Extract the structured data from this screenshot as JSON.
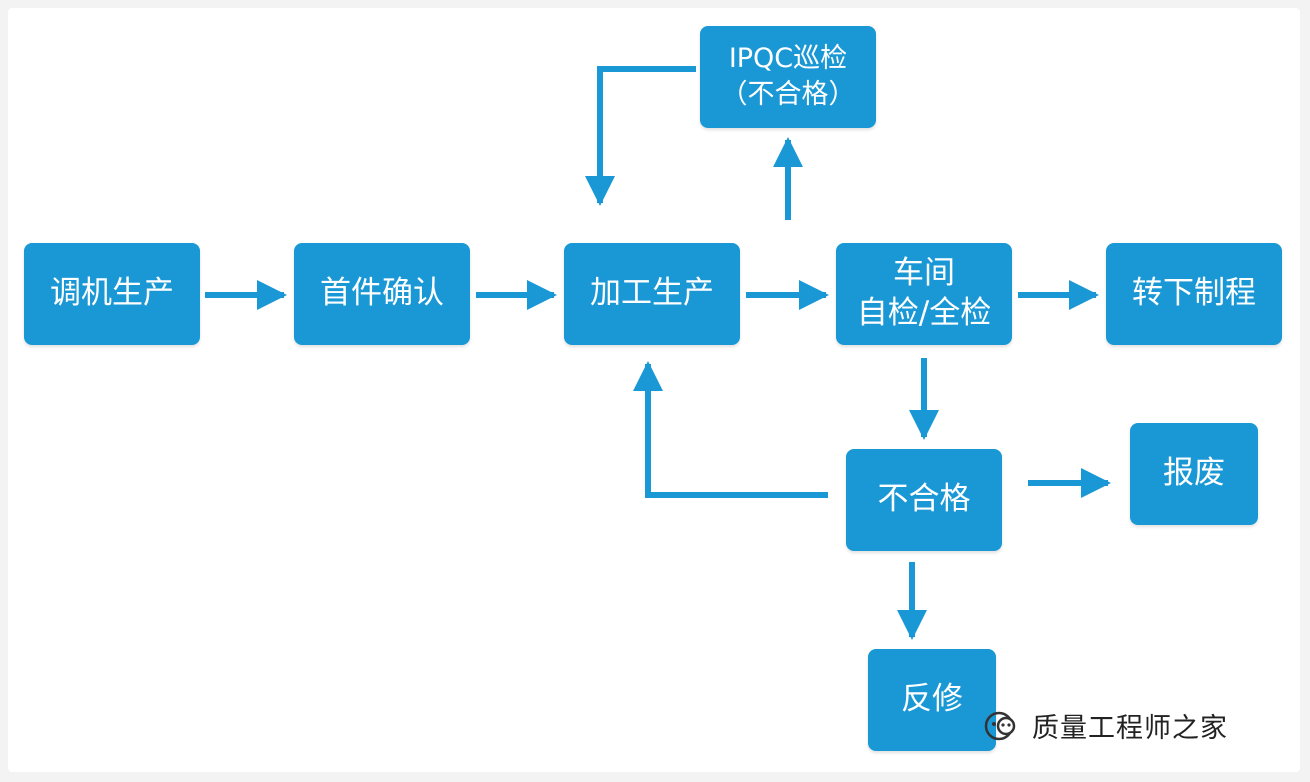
{
  "colors": {
    "box_fill": "#1a98d5",
    "box_text": "#ffffff",
    "connector": "#1a98d5",
    "background": "#ffffff"
  },
  "nodes": {
    "debug_production": "调机生产",
    "first_article_confirmation": "首件确认",
    "processing_production": "加工生产",
    "ipqc_patrol": {
      "line1": "IPQC巡检",
      "line2": "（不合格）"
    },
    "workshop_inspection": {
      "line1": "车间",
      "line2": "自检/全检"
    },
    "transfer_next_process": "转下制程",
    "nonconforming": "不合格",
    "scrap": "报废",
    "rework": "反修"
  },
  "edges": [
    {
      "from": "调机生产",
      "to": "首件确认"
    },
    {
      "from": "首件确认",
      "to": "加工生产"
    },
    {
      "from": "加工生产",
      "to": "车间 自检/全检"
    },
    {
      "from": "车间 自检/全检",
      "to": "转下制程"
    },
    {
      "from": "加工生产",
      "to": "IPQC巡检（不合格）"
    },
    {
      "from": "IPQC巡检（不合格）",
      "to": "加工生产"
    },
    {
      "from": "车间 自检/全检",
      "to": "不合格"
    },
    {
      "from": "不合格",
      "to": "报废"
    },
    {
      "from": "不合格",
      "to": "反修"
    },
    {
      "from": "不合格",
      "to": "加工生产"
    }
  ],
  "watermark": {
    "text": "质量工程师之家",
    "icon": "wechat-official-account-icon"
  }
}
